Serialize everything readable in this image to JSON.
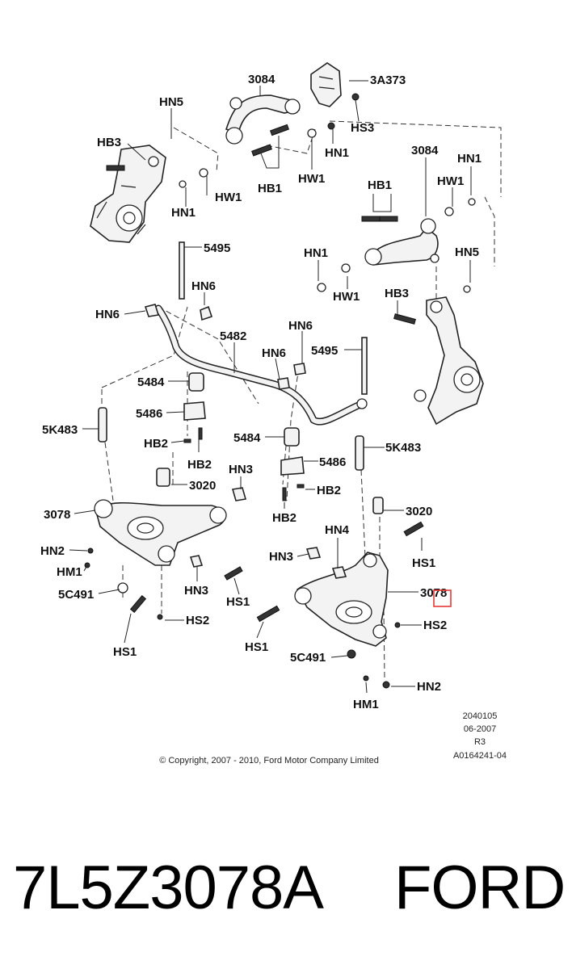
{
  "diagram": {
    "callouts": {
      "c3084a": "3084",
      "c3a373": "3A373",
      "chn5a": "HN5",
      "chs3": "HS3",
      "chb3a": "HB3",
      "chn1a": "HN1",
      "chw1a": "HW1",
      "chb1a": "HB1",
      "chw1b": "HW1",
      "chn1b": "HN1",
      "c3084b": "3084",
      "chn1c": "HN1",
      "chb1b": "HB1",
      "chw1c": "HW1",
      "c5495a": "5495",
      "chn1d": "HN1",
      "chn5b": "HN5",
      "chn6a": "HN6",
      "chn6b": "HN6",
      "chw1d": "HW1",
      "chb3b": "HB3",
      "c5482": "5482",
      "chn6c": "HN6",
      "chn6d": "HN6",
      "c5495b": "5495",
      "c5484a": "5484",
      "c5486a": "5486",
      "c5k483a": "5K483",
      "chb2a": "HB2",
      "chb2b": "HB2",
      "c5484b": "5484",
      "c5k483b": "5K483",
      "chn3a": "HN3",
      "c5486b": "5486",
      "c3020a": "3020",
      "chb2c": "HB2",
      "chb2d": "HB2",
      "c3078a": "3078",
      "c3020b": "3020",
      "chn4": "HN4",
      "chn2a": "HN2",
      "chs1a": "HS1",
      "chm1a": "HM1",
      "chn3b": "HN3",
      "chn3c": "HN3",
      "c5c491a": "5C491",
      "chs1b": "HS1",
      "c3078b": "3078",
      "chs2a": "HS2",
      "chs2b": "HS2",
      "chs1c": "HS1",
      "chs1d": "HS1",
      "c5c491b": "5C491",
      "chn2b": "HN2",
      "chm1b": "HM1"
    },
    "illustration_number": "2040105",
    "revision_date": "06-2007",
    "revision": "R3",
    "reference_code": "A0164241-04",
    "copyright": "© Copyright, 2007 - 2010, Ford Motor Company Limited",
    "highlight_color": "#e53935"
  },
  "footer": {
    "part_number": "7L5Z3078A",
    "brand": "FORD"
  }
}
